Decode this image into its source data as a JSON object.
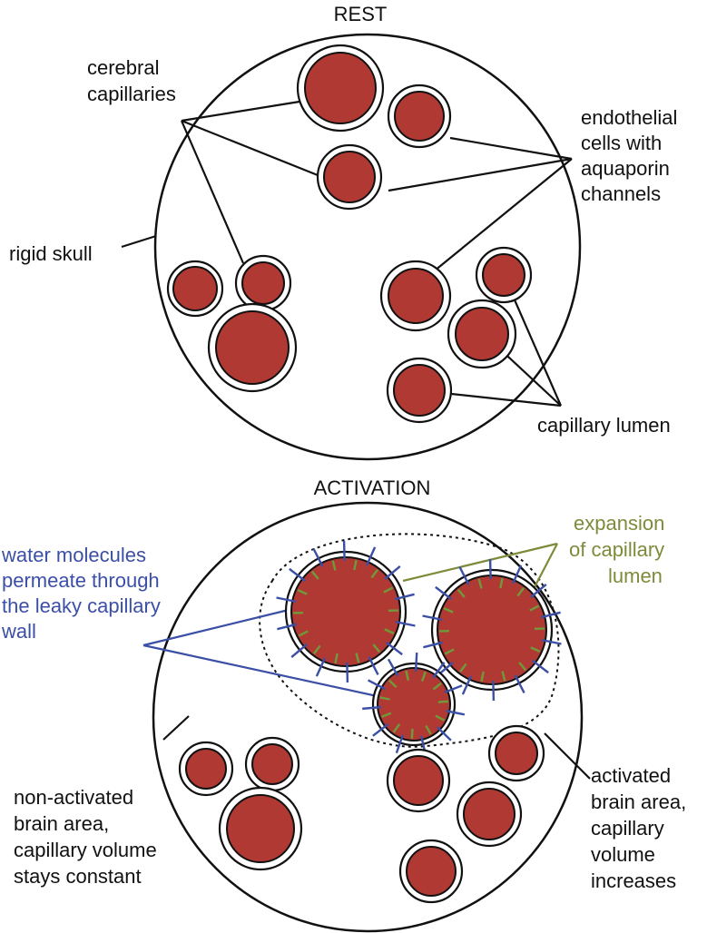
{
  "colors": {
    "lumen": "#b03a33",
    "skull": "#111111",
    "water_molecules": "#3b4fa6",
    "expansion": "#7f8a3a",
    "expansion_ticks": "#6f9a3a"
  },
  "rest": {
    "title": "REST",
    "labels": {
      "cerebral_capillaries": [
        "cerebral",
        "capillaries"
      ],
      "endothelial_cells": [
        "endothelial",
        "cells with",
        "aquaporin",
        "channels"
      ],
      "rigid_skull": [
        "rigid skull"
      ],
      "capillary_lumen": [
        "capillary lumen"
      ]
    }
  },
  "activation": {
    "title": "ACTIVATION",
    "labels": {
      "water_molecules": [
        "water molecules",
        "permeate through",
        "the leaky capillary",
        "wall"
      ],
      "expansion": [
        "expansion",
        "of capillary",
        "lumen"
      ],
      "non_activated": [
        "non-activated",
        "brain area,",
        "capillary volume",
        "stays constant"
      ],
      "activated": [
        "activated",
        "brain area,",
        "capillary",
        "volume",
        "increases"
      ]
    }
  }
}
